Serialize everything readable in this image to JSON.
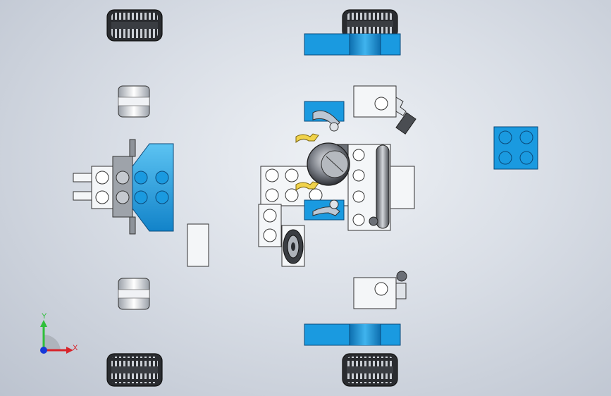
{
  "viewport": {
    "background_top": "#eef1f5",
    "background_bottom": "#bcc3cf",
    "view_orientation": "top"
  },
  "colors": {
    "lego_blue": "#1a9ae0",
    "lego_blue_dark": "#0d6fb0",
    "lego_white": "#f4f6f8",
    "lego_gray": "#b9bec6",
    "tire_dark": "#2a2c30",
    "rim_light": "#d8dce2",
    "yellow_part": "#f0d24a",
    "outline": "#1e1e1e"
  },
  "triad": {
    "x_label": "X",
    "y_label": "Y",
    "x_color": "#d8232a",
    "y_color": "#2fbf3a",
    "z_color": "#1638d9"
  },
  "parts": {
    "wheel_tire": "wheel-tire",
    "wheel_hub": "wheel-hub",
    "brick_2x4_blue": "brick-2x4-blue",
    "brick_2x2_blue": "brick-2x2-blue",
    "engine_block": "engine-block",
    "exhaust_pipe": "exhaust-pipe",
    "steering_wheel": "steering-wheel",
    "front_chassis": "front-chassis",
    "plate_1x2": "plate-1x2",
    "hinge_clip": "hinge-clip",
    "fork_clip": "fork-clip"
  }
}
